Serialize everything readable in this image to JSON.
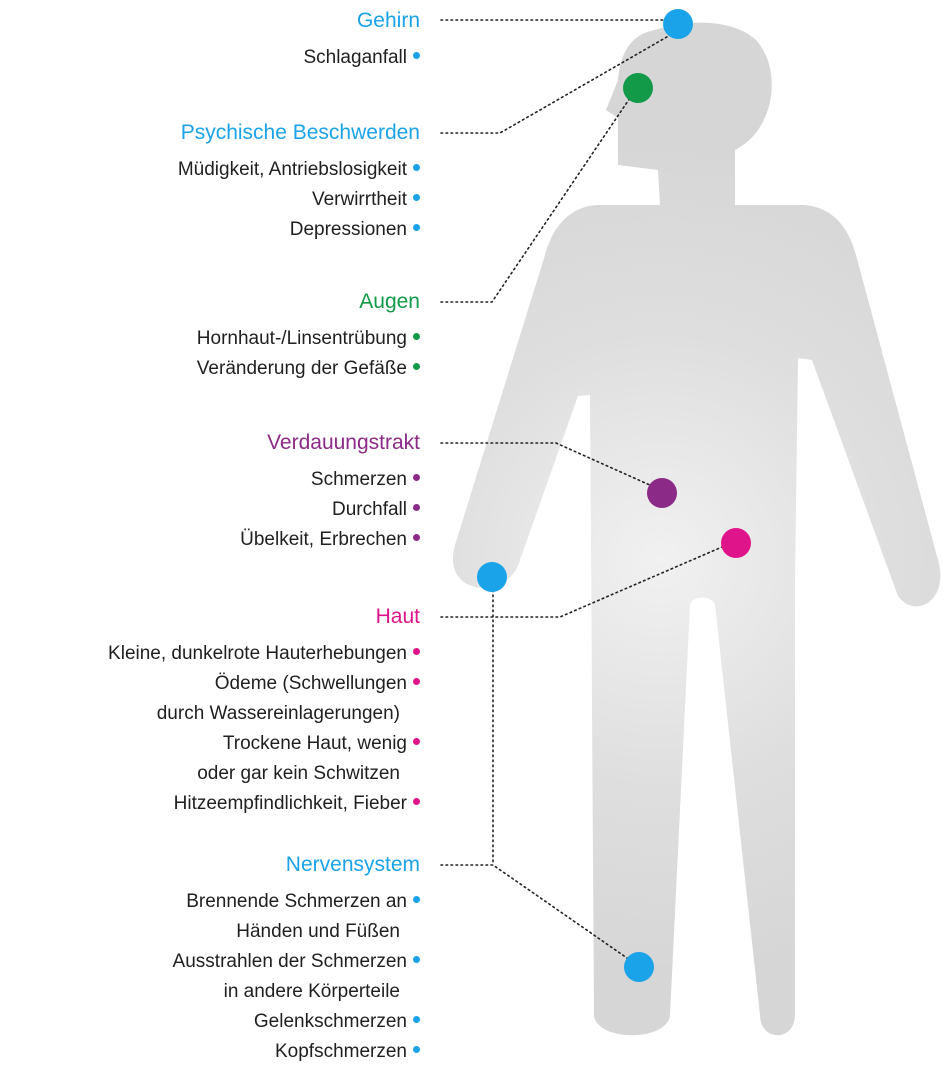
{
  "colors": {
    "blue": "#1aa3e8",
    "green": "#129a48",
    "purple": "#8b2a87",
    "magenta": "#e0148a",
    "body_gray": "#d9d9d9"
  },
  "sections": [
    {
      "key": "gehirn",
      "heading": "Gehirn",
      "color": "#1aa3e8",
      "items": [
        {
          "text": "Schlaganfall",
          "bullet": true
        }
      ]
    },
    {
      "key": "psyche",
      "heading": "Psychische Beschwerden",
      "color": "#1aa3e8",
      "items": [
        {
          "text": "Müdigkeit, Antriebslosigkeit",
          "bullet": true
        },
        {
          "text": "Verwirrtheit",
          "bullet": true
        },
        {
          "text": "Depressionen",
          "bullet": true
        }
      ]
    },
    {
      "key": "augen",
      "heading": "Augen",
      "color": "#129a48",
      "items": [
        {
          "text": "Hornhaut-/Linsentrübung",
          "bullet": true
        },
        {
          "text": "Veränderung der Gefäße",
          "bullet": true
        }
      ]
    },
    {
      "key": "verdauung",
      "heading": "Verdauungstrakt",
      "color": "#8b2a87",
      "items": [
        {
          "text": "Schmerzen",
          "bullet": true
        },
        {
          "text": "Durchfall",
          "bullet": true
        },
        {
          "text": "Übelkeit, Erbrechen",
          "bullet": true
        }
      ]
    },
    {
      "key": "haut",
      "heading": "Haut",
      "color": "#e0148a",
      "items": [
        {
          "text": "Kleine, dunkelrote Hauterhebungen",
          "bullet": true
        },
        {
          "text": "Ödeme (Schwellungen",
          "bullet": true
        },
        {
          "text": "durch Wassereinlagerungen)",
          "bullet": false
        },
        {
          "text": "Trockene Haut, wenig",
          "bullet": true
        },
        {
          "text": "oder gar kein Schwitzen",
          "bullet": false
        },
        {
          "text": "Hitzeempfindlichkeit, Fieber",
          "bullet": true
        }
      ]
    },
    {
      "key": "nerven",
      "heading": "Nervensystem",
      "color": "#1aa3e8",
      "items": [
        {
          "text": "Brennende Schmerzen an",
          "bullet": true
        },
        {
          "text": "Händen und Füßen",
          "bullet": false
        },
        {
          "text": "Ausstrahlen der Schmerzen",
          "bullet": true
        },
        {
          "text": "in andere Körperteile",
          "bullet": false
        },
        {
          "text": "Gelenkschmerzen",
          "bullet": true
        },
        {
          "text": "Kopfschmerzen",
          "bullet": true
        }
      ]
    }
  ],
  "markers": [
    {
      "name": "brain-marker",
      "section": "gehirn",
      "color": "#1aa3e8"
    },
    {
      "name": "eye-marker",
      "section": "augen",
      "color": "#129a48"
    },
    {
      "name": "digestive-marker",
      "section": "verdauung",
      "color": "#8b2a87"
    },
    {
      "name": "skin-marker",
      "section": "haut",
      "color": "#e0148a"
    },
    {
      "name": "hand-nerve-marker",
      "section": "nerven",
      "color": "#1aa3e8"
    },
    {
      "name": "foot-nerve-marker",
      "section": "nerven",
      "color": "#1aa3e8"
    }
  ]
}
